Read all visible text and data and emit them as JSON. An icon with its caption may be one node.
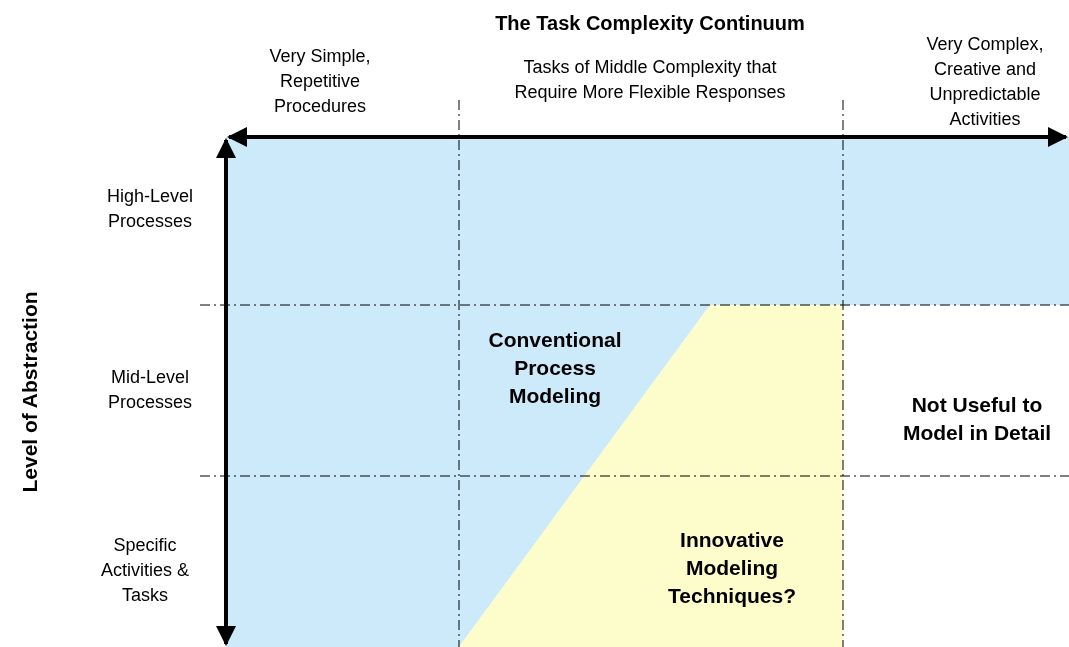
{
  "diagram": {
    "title": "The Task Complexity Continuum",
    "labels": [
      "Very Simple, Repetitive Procedures",
      "Tasks of Middle Complexity that Require More Flexible Responses",
      "Very Complex, Creative and Unpredictable Activities",
      "High-Level Processes",
      "Level of Abstraction",
      "Conventional Process Modeling",
      "Mid-Level Processes",
      "Not Useful to Model in Detail",
      "Specific Activities & Tasks",
      "Innovative Modeling Techniques?"
    ]
  }
}
